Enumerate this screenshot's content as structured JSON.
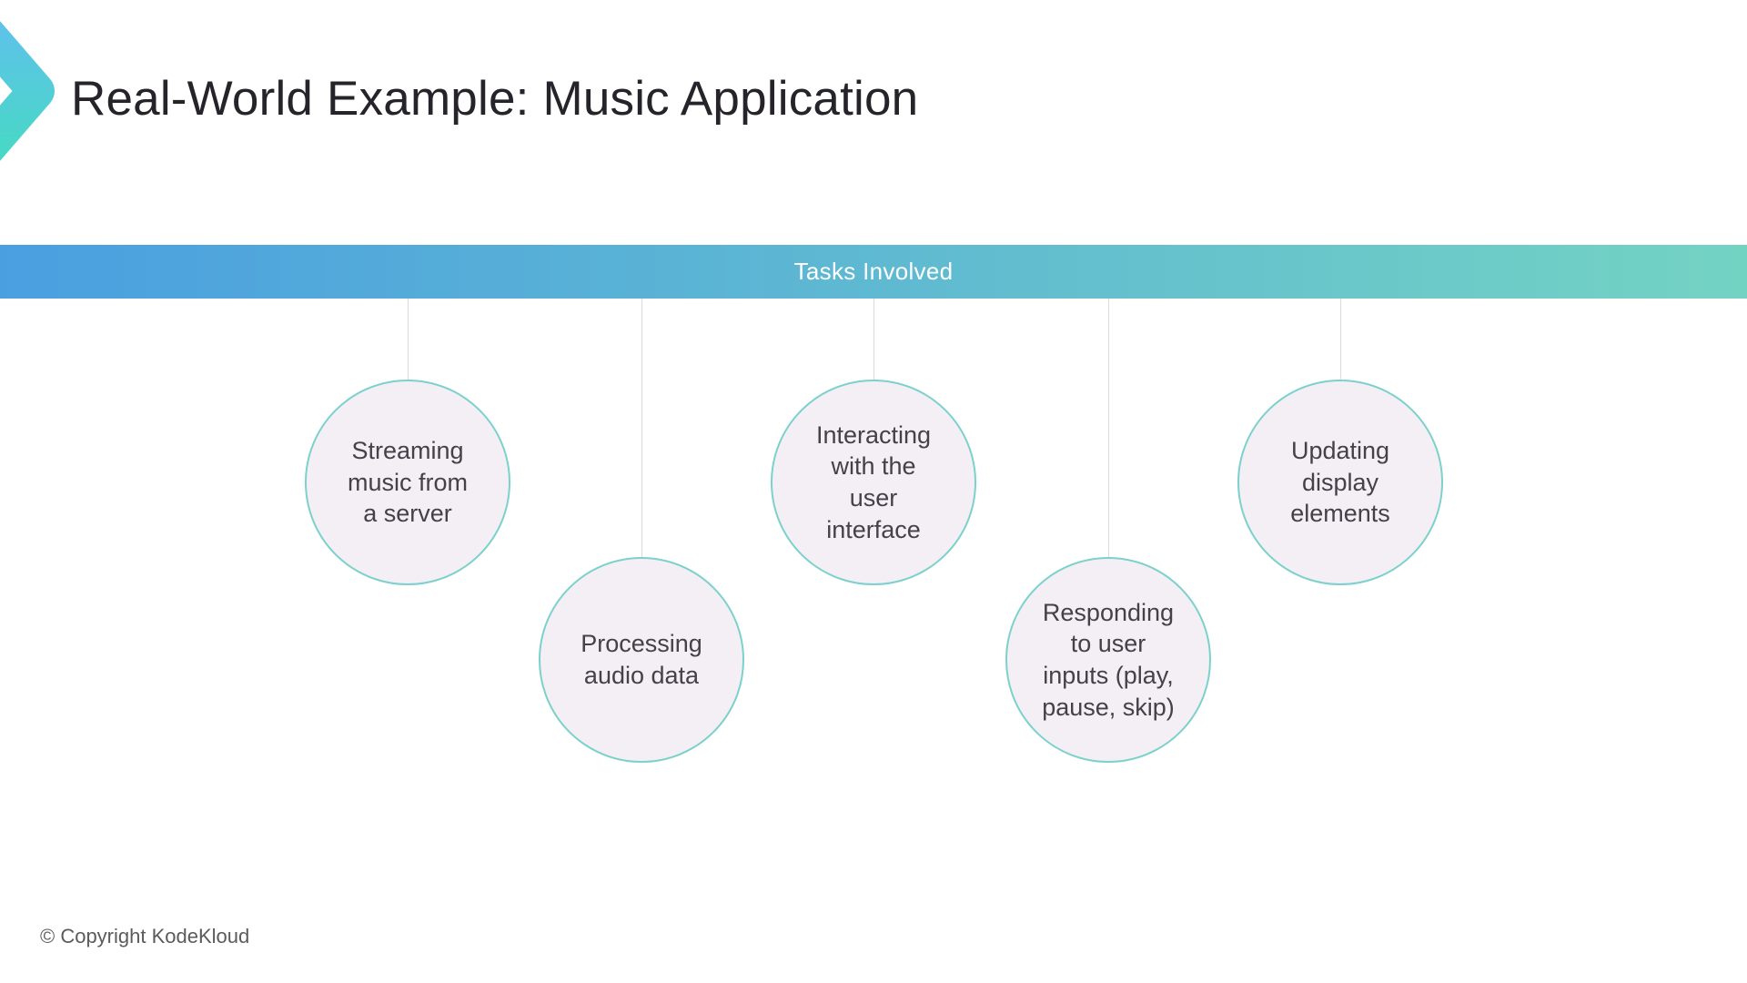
{
  "slide": {
    "title": "Real-World Example: Music Application",
    "banner_label": "Tasks Involved",
    "copyright": "© Copyright KodeKloud"
  },
  "tasks": [
    {
      "label": "Streaming\nmusic from\na server"
    },
    {
      "label": "Processing\naudio data"
    },
    {
      "label": "Interacting\nwith the\nuser\ninterface"
    },
    {
      "label": "Responding\nto user\ninputs (play,\npause, skip)"
    },
    {
      "label": "Updating\ndisplay\nelements"
    }
  ],
  "colors": {
    "title_text": "#26242A",
    "banner_gradient_start": "#4A9FE0",
    "banner_gradient_end": "#73D3C3",
    "logo_gradient_start": "#5EC2EA",
    "logo_gradient_end": "#47D9C4",
    "circle_fill": "#F3EFF4",
    "circle_border": "#7CD1CC",
    "circle_text": "#45404A",
    "connector": "#DBDBDB",
    "copyright_text": "#5B5B5B"
  }
}
